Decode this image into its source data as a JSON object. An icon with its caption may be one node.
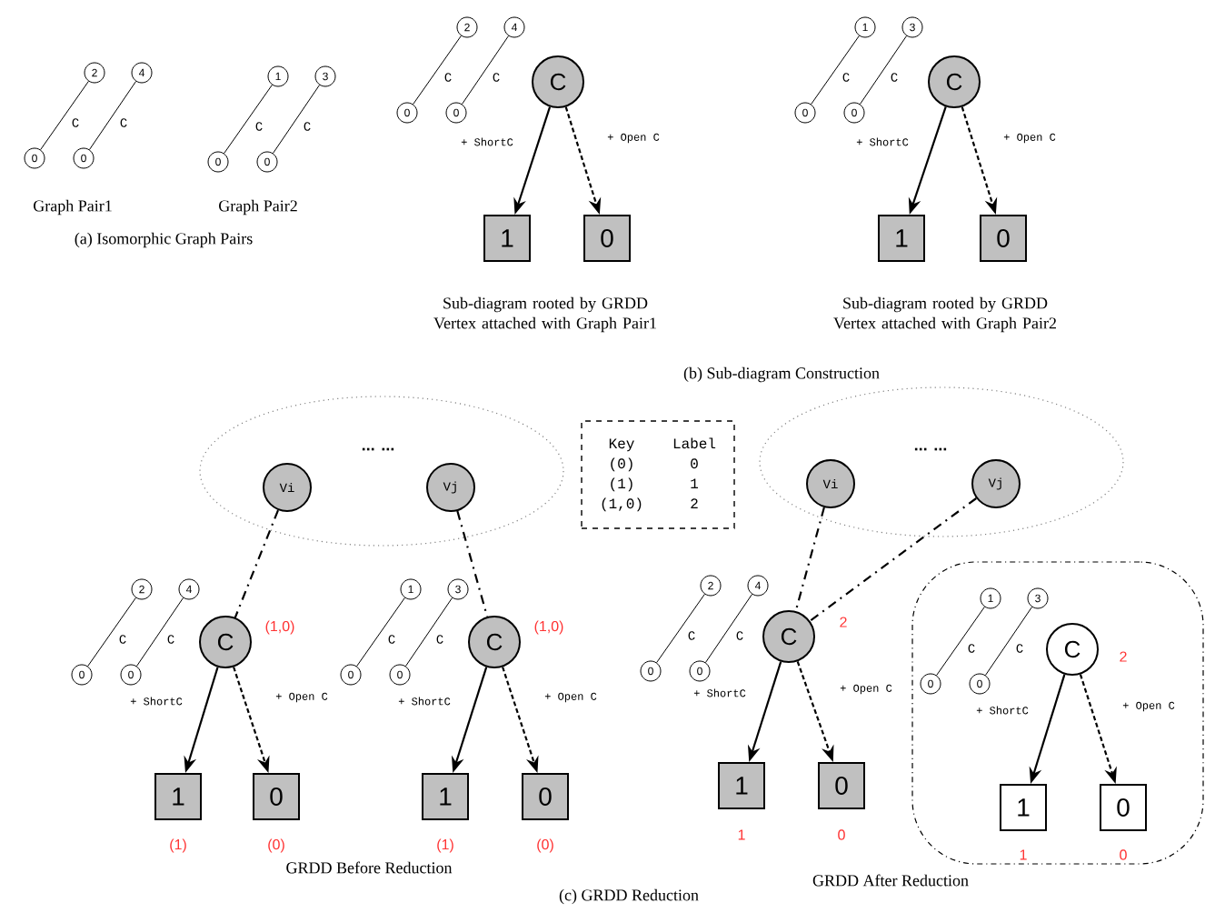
{
  "diagram": {
    "nodes": [
      {
        "text": [
          "2"
        ]
      },
      {
        "text": [
          "4"
        ]
      },
      {
        "text": [
          "0"
        ]
      },
      {
        "text": [
          "0"
        ]
      },
      {
        "text": [
          "1"
        ]
      },
      {
        "text": [
          "3"
        ]
      },
      {
        "text": [
          "0"
        ]
      },
      {
        "text": [
          "0"
        ]
      },
      {
        "text": [
          "2"
        ]
      },
      {
        "text": [
          "4"
        ]
      },
      {
        "text": [
          "0"
        ]
      },
      {
        "text": [
          "0"
        ]
      },
      {
        "text": [
          "C"
        ]
      },
      {
        "text": [
          "1"
        ]
      },
      {
        "text": [
          "0"
        ]
      },
      {
        "text": [
          "1"
        ]
      },
      {
        "text": [
          "3"
        ]
      },
      {
        "text": [
          "0"
        ]
      },
      {
        "text": [
          "0"
        ]
      },
      {
        "text": [
          "C"
        ]
      },
      {
        "text": [
          "1"
        ]
      },
      {
        "text": [
          "0"
        ]
      },
      {
        "text": [
          "... ..."
        ]
      },
      {
        "text": [
          "Vi"
        ],
        "in": 22
      },
      {
        "text": [
          "Vj"
        ],
        "in": 22
      },
      {
        "text": [
          "2"
        ]
      },
      {
        "text": [
          "4"
        ]
      },
      {
        "text": [
          "0"
        ]
      },
      {
        "text": [
          "0"
        ]
      },
      {
        "text": [
          "C"
        ],
        "beside": [
          "(1,0)"
        ]
      },
      {
        "text": [
          "1"
        ],
        "beside": [
          "(1)"
        ]
      },
      {
        "text": [
          "0"
        ],
        "beside": [
          "(0)"
        ]
      },
      {
        "text": [
          "1"
        ]
      },
      {
        "text": [
          "3"
        ]
      },
      {
        "text": [
          "0"
        ]
      },
      {
        "text": [
          "0"
        ]
      },
      {
        "text": [
          "C"
        ],
        "beside": [
          "(1,0)"
        ]
      },
      {
        "text": [
          "1"
        ],
        "beside": [
          "(1)"
        ]
      },
      {
        "text": [
          "0"
        ],
        "beside": [
          "(0)"
        ]
      },
      {
        "text": [
          "Key",
          "Label",
          "(0)",
          "0",
          "(1)",
          "1",
          "(1,0)",
          "2"
        ]
      },
      {
        "text": [
          "... ..."
        ]
      },
      {
        "text": [
          "Vi"
        ],
        "in": 40
      },
      {
        "text": [
          "Vj"
        ],
        "in": 40
      },
      {
        "text": [
          "2"
        ]
      },
      {
        "text": [
          "4"
        ]
      },
      {
        "text": [
          "0"
        ]
      },
      {
        "text": [
          "0"
        ]
      },
      {
        "text": [
          "C"
        ],
        "beside": [
          "2"
        ]
      },
      {
        "text": [
          "1"
        ],
        "beside": [
          "1"
        ]
      },
      {
        "text": [
          "0"
        ],
        "beside": [
          "0"
        ]
      },
      {
        "text": [],
        "shape": "cloud"
      },
      {
        "text": [
          "1"
        ],
        "in": 50
      },
      {
        "text": [
          "3"
        ],
        "in": 50
      },
      {
        "text": [
          "0"
        ],
        "in": 50
      },
      {
        "text": [
          "0"
        ],
        "in": 50
      },
      {
        "text": [
          "C"
        ],
        "in": 50,
        "beside": [
          "2"
        ]
      },
      {
        "text": [
          "1"
        ],
        "in": 50,
        "beside": [
          "1"
        ]
      },
      {
        "text": [
          "0"
        ],
        "in": 50,
        "beside": [
          "0"
        ]
      }
    ],
    "edges": [
      {
        "from": 0,
        "to": 2,
        "arrow": "none",
        "label": "C"
      },
      {
        "from": 1,
        "to": 3,
        "arrow": "none",
        "label": "C"
      },
      {
        "from": 4,
        "to": 6,
        "arrow": "none",
        "label": "C"
      },
      {
        "from": 5,
        "to": 7,
        "arrow": "none",
        "label": "C"
      },
      {
        "from": 8,
        "to": 10,
        "arrow": "none",
        "label": "C"
      },
      {
        "from": 9,
        "to": 11,
        "arrow": "none",
        "label": "C"
      },
      {
        "from": 12,
        "to": 13,
        "arrow": "to",
        "label": "+ ShortC"
      },
      {
        "from": 12,
        "to": 14,
        "arrow": "to",
        "style": "dashed",
        "label": "+ Open C"
      },
      {
        "from": 15,
        "to": 17,
        "arrow": "none",
        "label": "C"
      },
      {
        "from": 16,
        "to": 18,
        "arrow": "none",
        "label": "C"
      },
      {
        "from": 19,
        "to": 20,
        "arrow": "to",
        "label": "+ ShortC"
      },
      {
        "from": 19,
        "to": 21,
        "arrow": "to",
        "style": "dashed",
        "label": "+ Open C"
      },
      {
        "from": 23,
        "to": 29,
        "arrow": "none",
        "style": "dashed"
      },
      {
        "from": 24,
        "to": 36,
        "arrow": "none",
        "style": "dashed"
      },
      {
        "from": 25,
        "to": 27,
        "arrow": "none",
        "label": "C"
      },
      {
        "from": 26,
        "to": 28,
        "arrow": "none",
        "label": "C"
      },
      {
        "from": 29,
        "to": 30,
        "arrow": "to",
        "label": "+ ShortC"
      },
      {
        "from": 29,
        "to": 31,
        "arrow": "to",
        "style": "dashed",
        "label": "+ Open C"
      },
      {
        "from": 32,
        "to": 34,
        "arrow": "none",
        "label": "C"
      },
      {
        "from": 33,
        "to": 35,
        "arrow": "none",
        "label": "C"
      },
      {
        "from": 36,
        "to": 37,
        "arrow": "to",
        "label": "+ ShortC"
      },
      {
        "from": 36,
        "to": 38,
        "arrow": "to",
        "style": "dashed",
        "label": "+ Open C"
      },
      {
        "from": 41,
        "to": 47,
        "arrow": "none",
        "style": "dashed"
      },
      {
        "from": 42,
        "to": 47,
        "arrow": "none",
        "style": "dashed"
      },
      {
        "from": 43,
        "to": 45,
        "arrow": "none",
        "label": "C"
      },
      {
        "from": 44,
        "to": 46,
        "arrow": "none",
        "label": "C"
      },
      {
        "from": 47,
        "to": 48,
        "arrow": "to",
        "label": "+ ShortC"
      },
      {
        "from": 47,
        "to": 49,
        "arrow": "to",
        "style": "dashed",
        "label": "+ Open C"
      },
      {
        "from": 51,
        "to": 53,
        "arrow": "none",
        "label": "C"
      },
      {
        "from": 52,
        "to": 54,
        "arrow": "none",
        "label": "C"
      },
      {
        "from": 55,
        "to": 56,
        "arrow": "to",
        "label": "+ ShortC"
      },
      {
        "from": 55,
        "to": 57,
        "arrow": "to",
        "style": "dashed",
        "label": "+ Open C"
      }
    ],
    "labels": [
      "Graph Pair1",
      "Graph Pair2",
      "(a) Isomorphic Graph Pairs",
      "Sub-diagram rooted by GRDD Vertex attached with Graph Pair1",
      "Sub-diagram rooted by GRDD Vertex attached with Graph Pair2",
      "(b) Sub-diagram Construction",
      "GRDD Before Reduction",
      "GRDD After Reduction",
      "(c) GRDD Reduction"
    ]
  }
}
